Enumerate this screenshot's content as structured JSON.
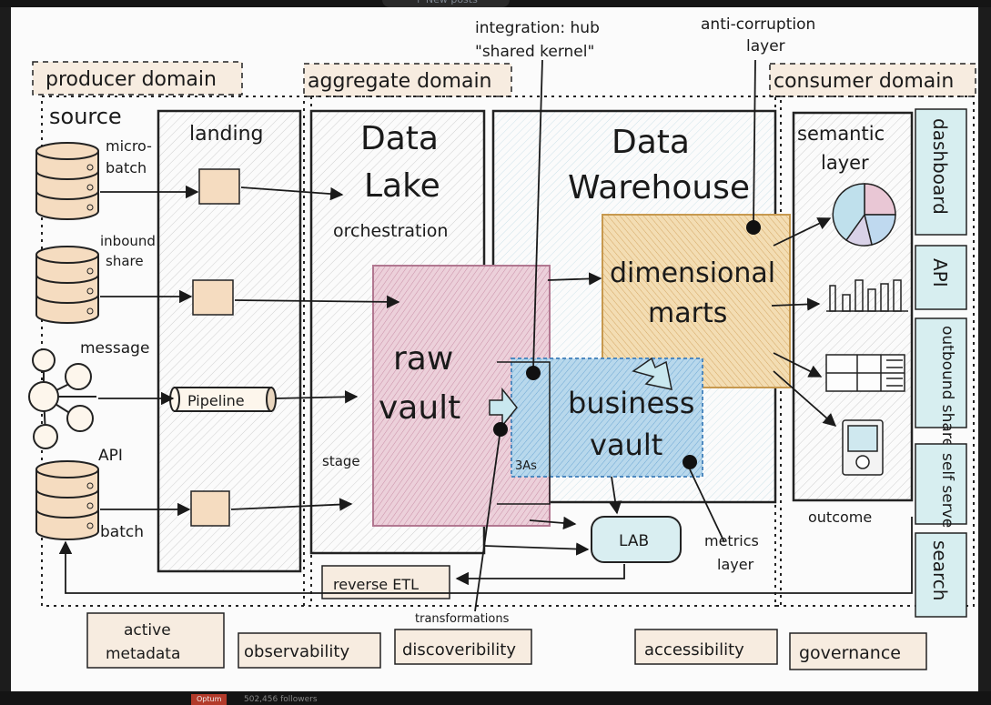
{
  "overlay": {
    "new_posts": "↑ New posts",
    "badge": "Optum",
    "followers": "502,456 followers"
  },
  "domains": {
    "producer": "producer domain",
    "aggregate": "aggregate domain",
    "consumer": "consumer domain"
  },
  "callouts": {
    "integration_line1": "integration: hub",
    "integration_line2": "\"shared kernel\"",
    "acl_line1": "anti-corruption",
    "acl_line2": "layer",
    "transformations": "transformations",
    "metrics_line1": "metrics",
    "metrics_line2": "layer",
    "outcome": "outcome",
    "stage": "stage",
    "three_as": "3As"
  },
  "sources": {
    "title": "source",
    "micro_batch_line1": "micro-",
    "micro_batch_line2": "batch",
    "inbound_line1": "inbound",
    "inbound_line2": "share",
    "message": "message",
    "api": "API",
    "batch": "batch"
  },
  "landing": {
    "title": "landing",
    "pipeline": "Pipeline"
  },
  "data_lake": {
    "title_line1": "Data",
    "title_line2": "Lake",
    "orchestration": "orchestration"
  },
  "raw_vault": {
    "line1": "raw",
    "line2": "vault"
  },
  "data_warehouse": {
    "title_line1": "Data",
    "title_line2": "Warehouse"
  },
  "dimensional_marts": {
    "line1": "dimensional",
    "line2": "marts"
  },
  "business_vault": {
    "line1": "business",
    "line2": "vault"
  },
  "lab": "LAB",
  "reverse_etl": "reverse ETL",
  "semantic": {
    "line1": "semantic",
    "line2": "layer"
  },
  "consumer_tabs": [
    "dashboard",
    "API",
    "outbound share",
    "self serve",
    "search"
  ],
  "footer_tags": {
    "active_metadata_line1": "active",
    "active_metadata_line2": "metadata",
    "observability": "observability",
    "discoverability": "discoveribility",
    "accessibility": "accessibility",
    "governance": "governance"
  },
  "colors": {
    "page": "#fbfbfb",
    "domain_tag_fill": "#f7ece0",
    "landing_box_fill": "#f5dcc0",
    "raw_vault_fill": "#e8c4d2",
    "dimensional_marts_fill": "#f0d7a8",
    "business_vault_fill": "#a9cfe6",
    "lab_fill": "#d9eef1",
    "reverse_etl_fill": "#f7ece0",
    "pie": [
      "#bfe0ec",
      "#e9c7d5",
      "#bfd9ef",
      "#d9d2e8"
    ],
    "tab_fill": "#d7eef0"
  }
}
